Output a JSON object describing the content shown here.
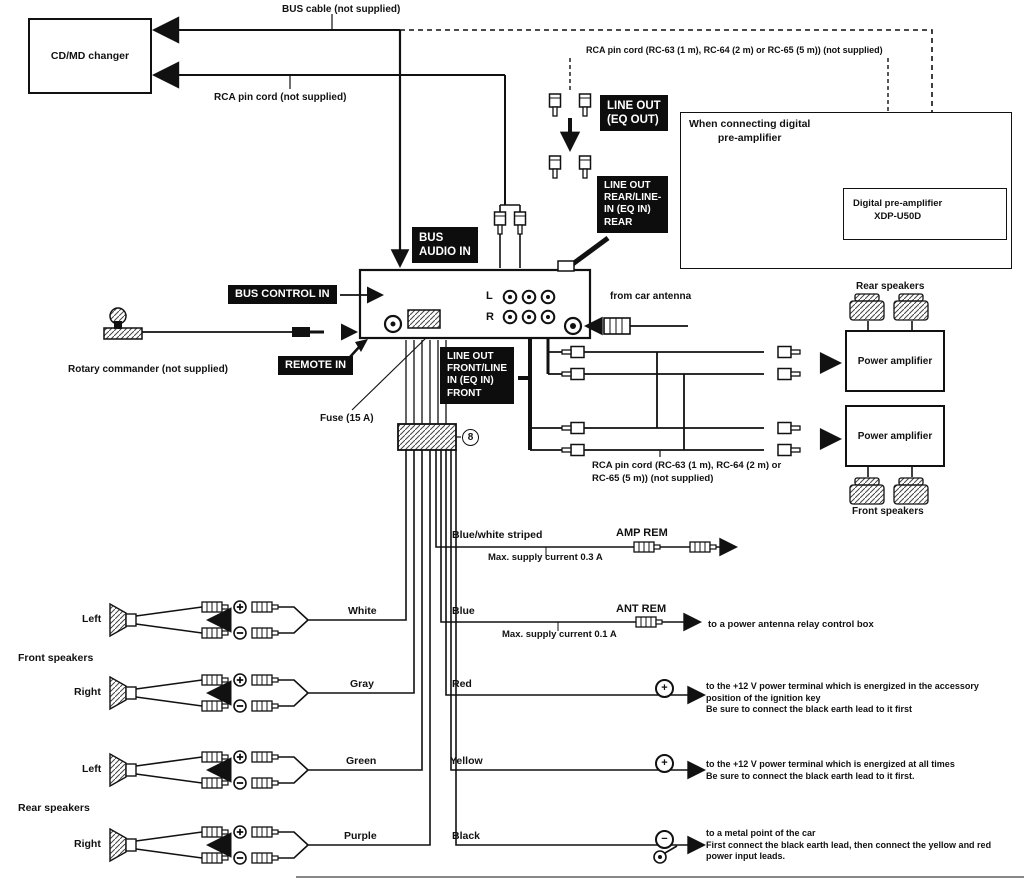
{
  "boxes": {
    "cdmd_changer": "CD/MD changer",
    "when_connecting": "When connecting digital\npre-amplifier",
    "digital_preamp": "Digital pre-amplifier\nXDP-U50D",
    "power_amp_top": "Power amplifier",
    "power_amp_bottom": "Power amplifier"
  },
  "badges": {
    "bus_audio_in": "BUS\nAUDIO IN",
    "line_out_eq": "LINE OUT\n(EQ OUT)",
    "line_out_rear": "LINE OUT\nREAR/LINE-\nIN (EQ IN)\nREAR",
    "bus_control_in": "BUS CONTROL IN",
    "remote_in": "REMOTE IN",
    "line_out_front": "LINE OUT\nFRONT/LINE\nIN (EQ IN)\nFRONT"
  },
  "cables": {
    "bus_cable": "BUS cable (not supplied)",
    "rca_pin_cord": "RCA pin cord (not supplied)",
    "rca_pin_cord_options": "RCA pin cord (RC-63 (1 m), RC-64 (2 m) or RC-65 (5 m)) (not supplied)",
    "rca_pin_cord_bottom": "RCA pin cord (RC-63 (1 m), RC-64 (2 m) or\nRC-65 (5 m)) (not supplied)"
  },
  "unit": {
    "left_channel": "L",
    "right_channel": "R",
    "fuse_label": "Fuse (15 A)",
    "harness_connector_number": "8"
  },
  "peripherals": {
    "rotary_commander": "Rotary commander (not supplied)",
    "from_car_antenna": "from car antenna",
    "rear_speakers": "Rear speakers",
    "front_speakers": "Front speakers"
  },
  "speaker_groups": {
    "front": "Front speakers",
    "rear": "Rear speakers"
  },
  "speaker_rows": [
    {
      "side": "Left",
      "wire_color": "White"
    },
    {
      "side": "Right",
      "wire_color": "Gray"
    },
    {
      "side": "Left",
      "wire_color": "Green"
    },
    {
      "side": "Right",
      "wire_color": "Purple"
    }
  ],
  "power_wires": [
    {
      "color": "Blue/white striped",
      "terminal": "AMP REM",
      "note": "Max. supply current 0.3 A"
    },
    {
      "color": "Blue",
      "terminal": "ANT REM",
      "note": "Max. supply current 0.1 A",
      "destination": "to a power antenna relay control box"
    },
    {
      "color": "Red",
      "polarity": "+",
      "destination": "to the +12 V power terminal which is energized in the accessory\nposition of the ignition key\nBe sure to connect the black earth lead to it first"
    },
    {
      "color": "Yellow",
      "polarity": "+",
      "destination": "to the +12 V power terminal which is energized at all times\nBe sure to connect the black earth lead to it first."
    },
    {
      "color": "Black",
      "polarity": "−",
      "destination": "to a metal point of the car\nFirst connect the black earth lead, then connect the yellow and red\npower input leads."
    }
  ]
}
